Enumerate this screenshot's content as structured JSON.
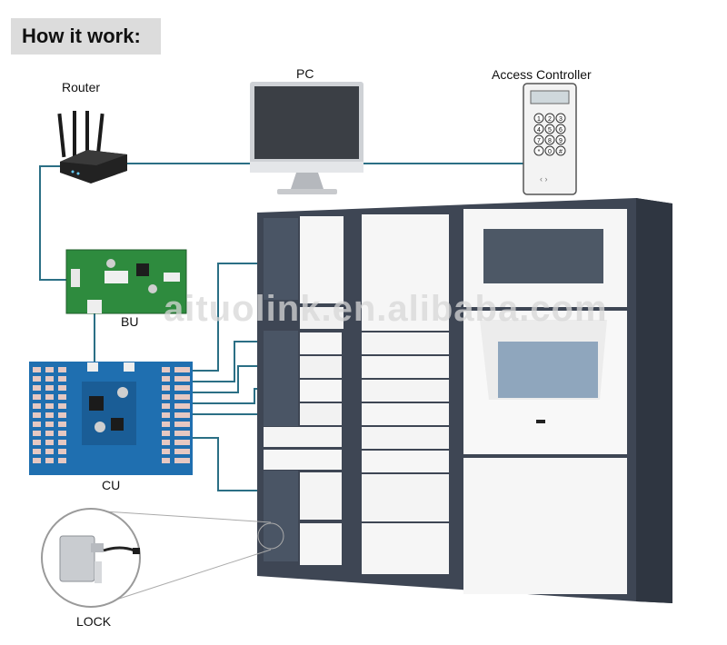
{
  "heading": "How it work:",
  "labels": {
    "router": "Router",
    "pc": "PC",
    "access_controller": "Access Controller",
    "bu": "BU",
    "cu": "CU",
    "lock": "LOCK"
  },
  "watermark": "aituolink.en.alibaba.com",
  "keypad_keys": [
    "1",
    "2",
    "3",
    "4",
    "5",
    "6",
    "7",
    "8",
    "9",
    "*",
    "0",
    "#"
  ],
  "colors": {
    "connector_line": "#2b6f85",
    "cabinet_frame": "#3e4654",
    "door_white": "#f6f6f6",
    "bu_board": "#2e8b3e",
    "cu_board": "#1f6fb0"
  }
}
